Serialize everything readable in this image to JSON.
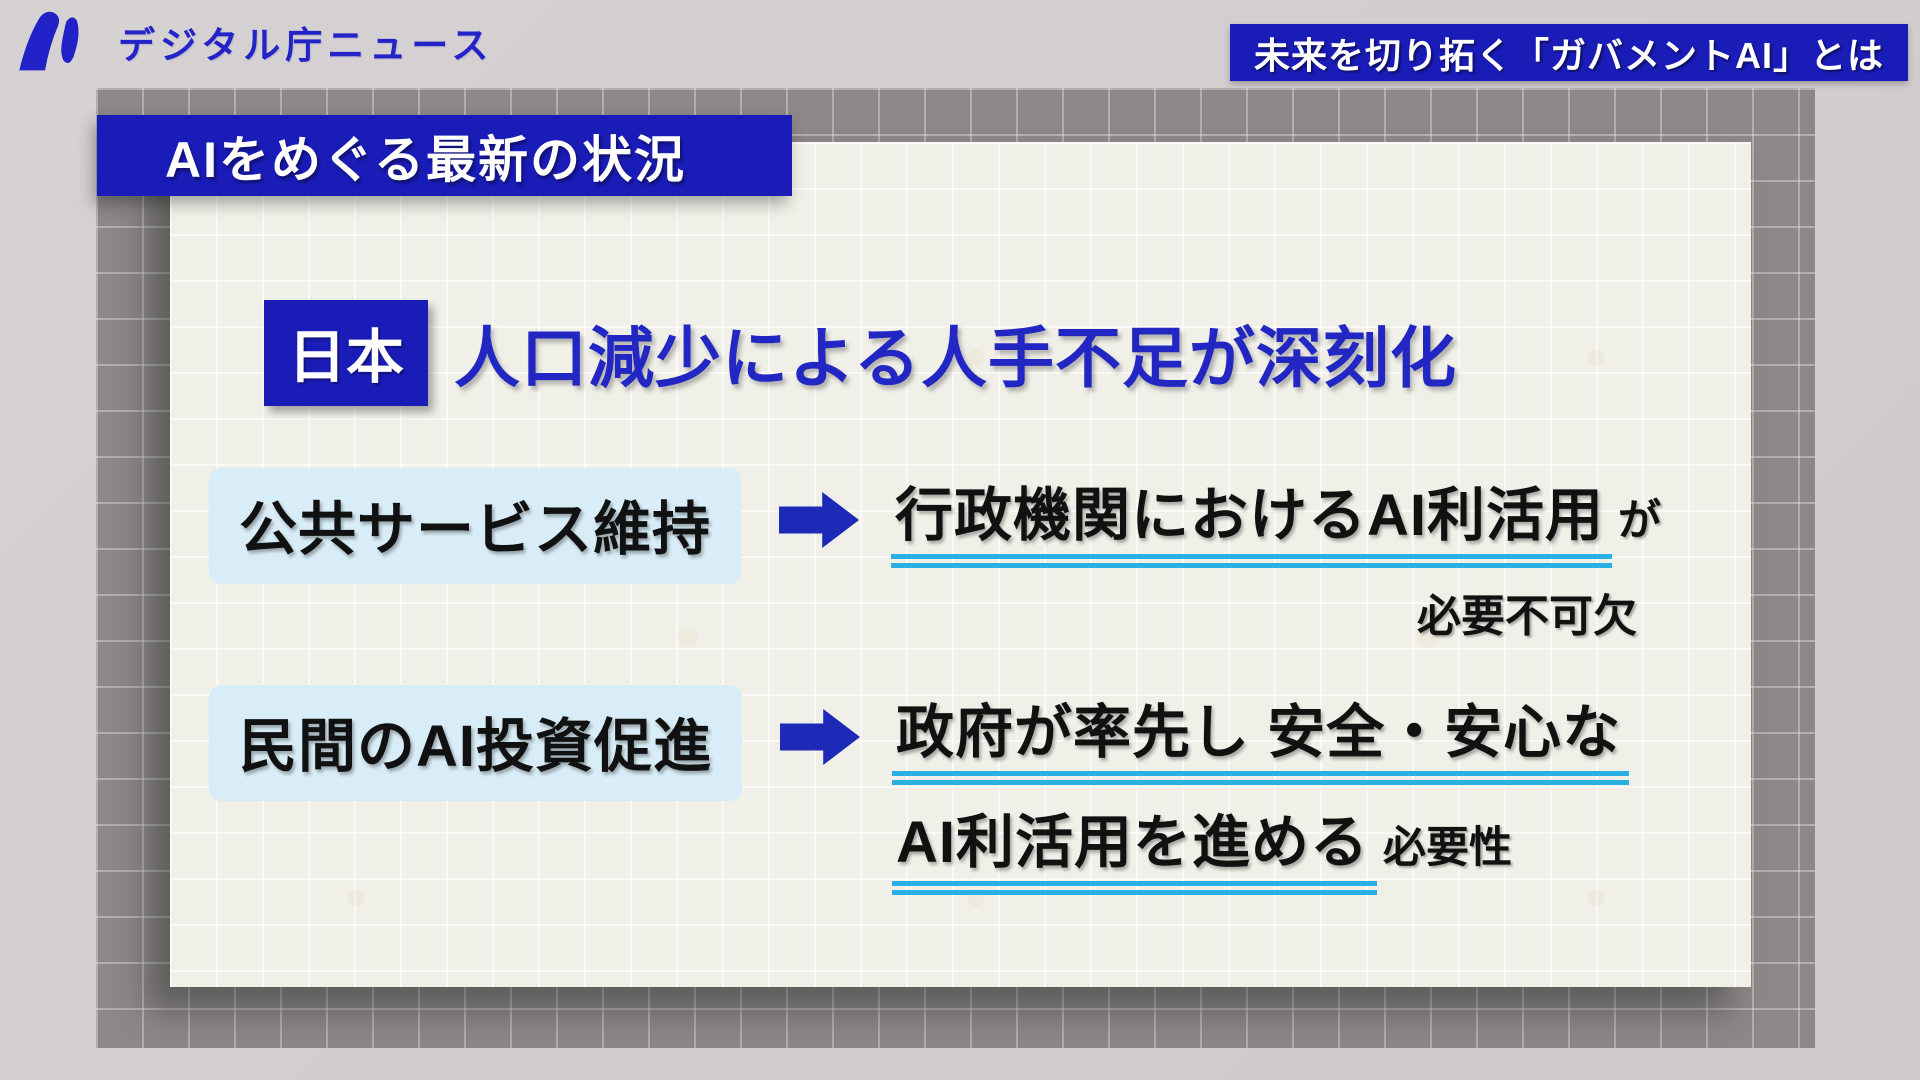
{
  "colors": {
    "accent_blue": "#1a1cb8",
    "headline_blue": "#2226c2",
    "arrow_blue": "#1d2ab8",
    "highlight_light_blue": "#d8edf7",
    "underline_cyan": "#2ab0e2",
    "card_bg": "#f0efe8",
    "grid_bg": "#8b8887",
    "outer_bg": "#d2cecf"
  },
  "header": {
    "brand_title": "デジタル庁ニュース",
    "topic_banner": "未来を切り拓く「ガバメントAI」とは"
  },
  "slide": {
    "section_title": "AIをめぐる最新の状況",
    "headline": {
      "tag": "日本",
      "text": "人口減少による人手不足が深刻化"
    },
    "rows": {
      "r1": {
        "label": "公共サービス維持",
        "main": "行政機関におけるAI利活用",
        "suffix": "が",
        "line2": "必要不可欠"
      },
      "r2": {
        "label": "民間のAI投資促進",
        "line1": "政府が率先し 安全・安心な",
        "line2_main": "AI利活用を進める",
        "line2_suffix": "必要性"
      }
    }
  },
  "icons": {
    "logo": "digital-agency-logo",
    "arrow": "arrow-right-icon"
  }
}
